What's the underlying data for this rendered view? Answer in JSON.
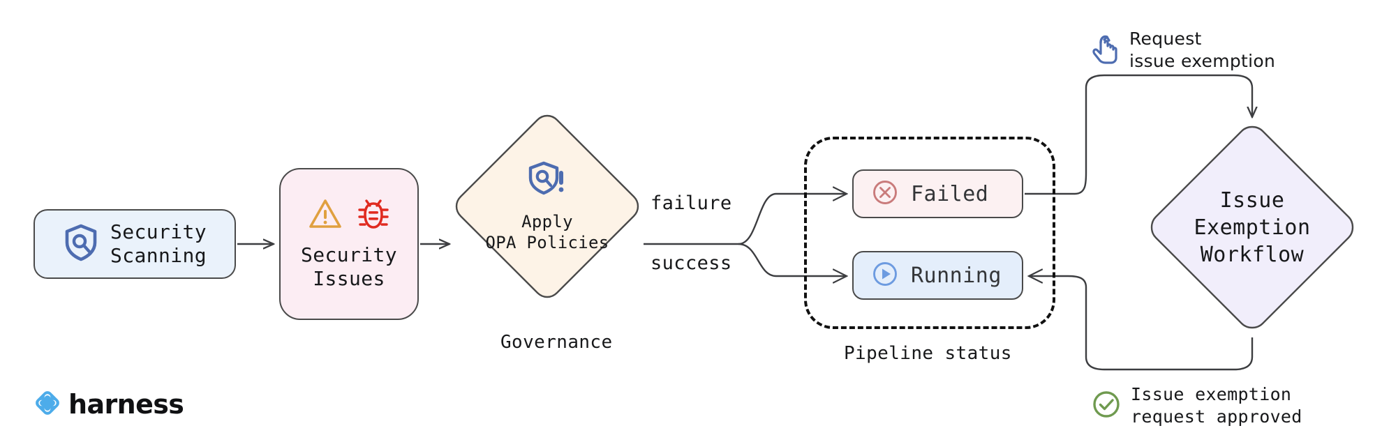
{
  "diagram": {
    "title": "Security scanning governance and issue exemption workflow",
    "brand": {
      "name": "harness",
      "accent": "#4dacea"
    }
  },
  "nodes": {
    "security_scanning": {
      "label": "Security\nScanning",
      "line1": "Security",
      "line2": "Scanning",
      "icon": "shield-search-icon",
      "fill": "#eaf2fb",
      "stroke": "#4a4a4a"
    },
    "security_issues": {
      "line1": "Security",
      "line2": "Issues",
      "icons": [
        "warning-triangle-icon",
        "bug-icon"
      ],
      "fill": "#fcedf3",
      "stroke": "#4a4a4a",
      "warning_color": "#e0a03f",
      "bug_color": "#e02b20"
    },
    "apply_opa_policies": {
      "line1": "Apply",
      "line2": "OPA Policies",
      "icon": "shield-search-alert-icon",
      "fill": "#fdf3e7",
      "stroke": "#4a4a4a",
      "caption": "Governance"
    },
    "pipeline_status": {
      "caption": "Pipeline status",
      "items": [
        {
          "label": "Failed",
          "icon": "x-circle-icon",
          "fill": "#fcf1f2",
          "icon_color": "#c97b7b"
        },
        {
          "label": "Running",
          "icon": "play-circle-icon",
          "fill": "#e4eefb",
          "icon_color": "#6d9be0"
        }
      ]
    },
    "issue_exemption_workflow": {
      "line1": "Issue",
      "line2": "Exemption",
      "line3": "Workflow",
      "fill": "#f1eefb",
      "stroke": "#4a4a4a"
    }
  },
  "edges": [
    {
      "from": "security_scanning",
      "to": "security_issues",
      "label": ""
    },
    {
      "from": "security_issues",
      "to": "apply_opa_policies",
      "label": ""
    },
    {
      "from": "apply_opa_policies",
      "to": "failed",
      "label": "failure"
    },
    {
      "from": "apply_opa_policies",
      "to": "running",
      "label": "success"
    },
    {
      "from": "failed",
      "to": "issue_exemption_workflow",
      "label": ""
    },
    {
      "from": "issue_exemption_workflow",
      "to": "running",
      "label": ""
    }
  ],
  "edge_labels": {
    "failure": "failure",
    "success": "success"
  },
  "annotations": [
    {
      "id": "request-exemption",
      "icon": "tap-hand-icon",
      "icon_color": "#4d6cb0",
      "line1": "Request",
      "line2": "issue exemption"
    },
    {
      "id": "exemption-approved",
      "icon": "check-circle-icon",
      "icon_color": "#6f9a4f",
      "line1": "Issue exemption",
      "line2": "request approved"
    }
  ]
}
